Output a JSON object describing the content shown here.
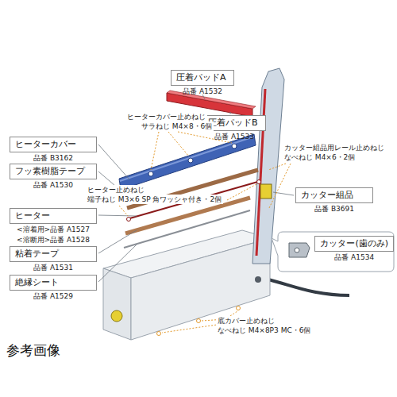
{
  "diagram": {
    "caption": "参考画像",
    "nodes": [
      {
        "text": [
          "圧着パッドA",
          "品番 A1532"
        ]
      },
      {
        "text": [
          "圧着パッドB",
          "品番 A1533"
        ]
      },
      {
        "text": [
          "ヒーターカバー",
          "品番 B3162"
        ]
      },
      {
        "text": [
          "フッ素樹脂テープ",
          "品番 A1530"
        ]
      },
      {
        "text": [
          "ヒーター",
          "<溶着用>品番 A1527",
          "<溶断用>品番 A1528"
        ]
      },
      {
        "text": [
          "粘着テープ",
          "品番 A1531"
        ]
      },
      {
        "text": [
          "絶縁シート",
          "品番 A1529"
        ]
      },
      {
        "text": [
          "カッター組品",
          "品番 B3691"
        ]
      },
      {
        "text": [
          "カッター(歯のみ)",
          "品番 A1534"
        ]
      }
    ],
    "labels": [
      "ヒーターカバー止めねじ",
      "サラねじ M4×8・6個",
      "ヒーター止めねじ",
      "端子ねじ M3×6 SP 角ワッシャ付き・2個",
      "カッター組品用レール止めねじ",
      "なべねじ M4×6・2個",
      "底カバー止めねじ",
      "なべねじ M4×8P3 MC・6個"
    ]
  }
}
